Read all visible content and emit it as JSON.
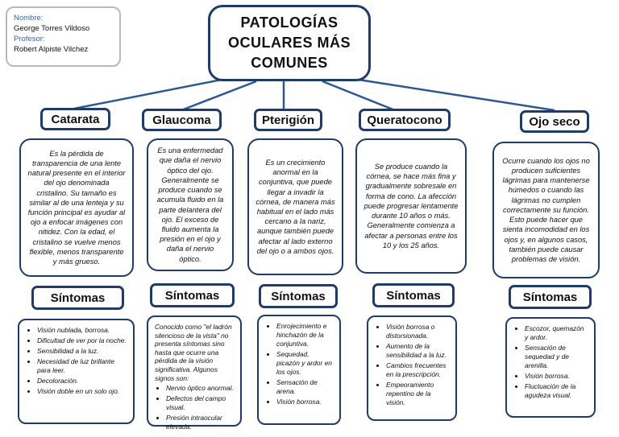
{
  "credits": {
    "author_label": "Nombre:",
    "author": "George Torres Vildoso",
    "professor_label": "Profesor:",
    "professor": "Robert Alpiste Vilchez"
  },
  "title": "PATOLOGÍAS\nOCULARES MÁS\nCOMUNES",
  "colors": {
    "border": "#1e3a6e",
    "credits_border": "#b9b9b9",
    "label": "#3a63a8"
  },
  "symptoms_label": "Síntomas",
  "diseases": [
    {
      "name": "Catarata",
      "description": "Es la pérdida de transparencia de una lente natural presente en el interior del ojo denominada cristalino. Su tamaño es similar al de una lenteja y su función principal es ayudar al ojo a enfocar imágenes con nitidez. Con la edad, el cristalino se vuelve menos flexible, menos transparente y más grueso.",
      "symptoms": [
        "Visión nublada, borrosa.",
        "Dificultad de ver por la noche.",
        "Sensibilidad a la luz.",
        "Necesidad de luz brillante para leer.",
        "Decoloración.",
        "Visión doble en un solo ojo."
      ]
    },
    {
      "name": "Glaucoma",
      "description": "Es una enfermedad que daña el nervio óptico del ojo. Generalmente se produce cuando se acumula fluido en la parte delantera del ojo. El exceso de fluido aumenta la presión en el ojo y daña el nervio óptico.",
      "symptoms_intro": "Conocido como \"el ladrón silencioso de la vista\" no presenta síntomas sino hasta que ocurre una pérdida de la visión significativa. Algunos signos son:",
      "symptoms": [
        "Nervio óptico anormal.",
        "Defectos del campo visual.",
        "Presión intraocular elevada."
      ]
    },
    {
      "name": "Pterigión",
      "description": "Es un crecimiento anormal en la conjuntiva, que puede llegar a invadir la córnea, de manera más habitual en el lado más cercano a la nariz, aunque también puede afectar al lado externo del ojo o a ambos ojos.",
      "symptoms": [
        "Enrojecimiento e hinchazón de la conjuntiva.",
        "Sequedad, picazón y ardor en los ojos.",
        "Sensación de arena.",
        "Visión borrosa."
      ]
    },
    {
      "name": "Queratocono",
      "description": "Se produce cuando la córnea, se hace más fina y gradualmente sobresale en forma de cono. La afección puede progresar lentamente durante 10 años o más. Generalmente comienza a afectar a personas entre los 10 y los 25 años.",
      "symptoms": [
        "Visión borrosa o distorsionada.",
        "Aumento de la sensibilidad a la luz.",
        "Cambios frecuentes en la prescripción.",
        "Empeoramiento repentino de la visión."
      ]
    },
    {
      "name": "Ojo seco",
      "description": "Ocurre cuando los ojos no producen suficientes lágrimas para mantenerse húmedos o cuando las lágrimas no cumplen correctamente su función. Esto puede hacer que sienta incomodidad en los ojos y, en algunos casos, también puede causar problemas de visión.",
      "symptoms": [
        "Escozor, quemazón y ardor.",
        "Sensación de sequedad y de arenilla.",
        "Visión borrosa.",
        "Fluctuación de la agudeza visual."
      ]
    }
  ]
}
